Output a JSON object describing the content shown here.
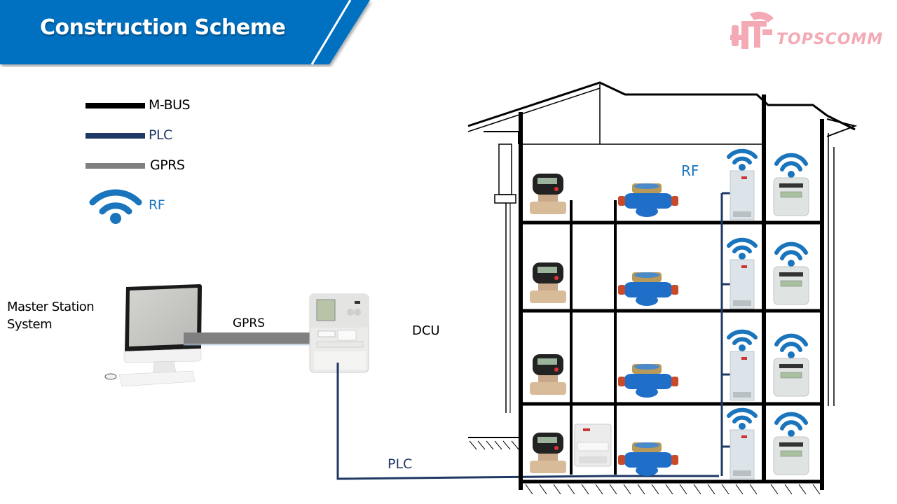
{
  "header": {
    "title": "Construction Scheme",
    "banner_color": "#0070c0",
    "logo_text": "TOPSCOMM",
    "logo_color": "#f4aab4"
  },
  "legend": [
    {
      "label": "M-BUS",
      "color": "#000000",
      "type": "line"
    },
    {
      "label": "PLC",
      "color": "#1f3864",
      "type": "line"
    },
    {
      "label": "GPRS",
      "color": "#808080",
      "type": "line"
    },
    {
      "label": "RF",
      "color": "#1b75bc",
      "type": "wifi"
    }
  ],
  "diagram": {
    "master_station_label_line1": "Master Station",
    "master_station_label_line2": "System",
    "gprs_link_label": "GPRS",
    "dcu_label": "DCU",
    "plc_link_label": "PLC",
    "rf_label": "RF",
    "floors": 4,
    "devices_per_floor": [
      "heat-meter",
      "water-meter",
      "rf-collector",
      "gas-meter"
    ]
  }
}
